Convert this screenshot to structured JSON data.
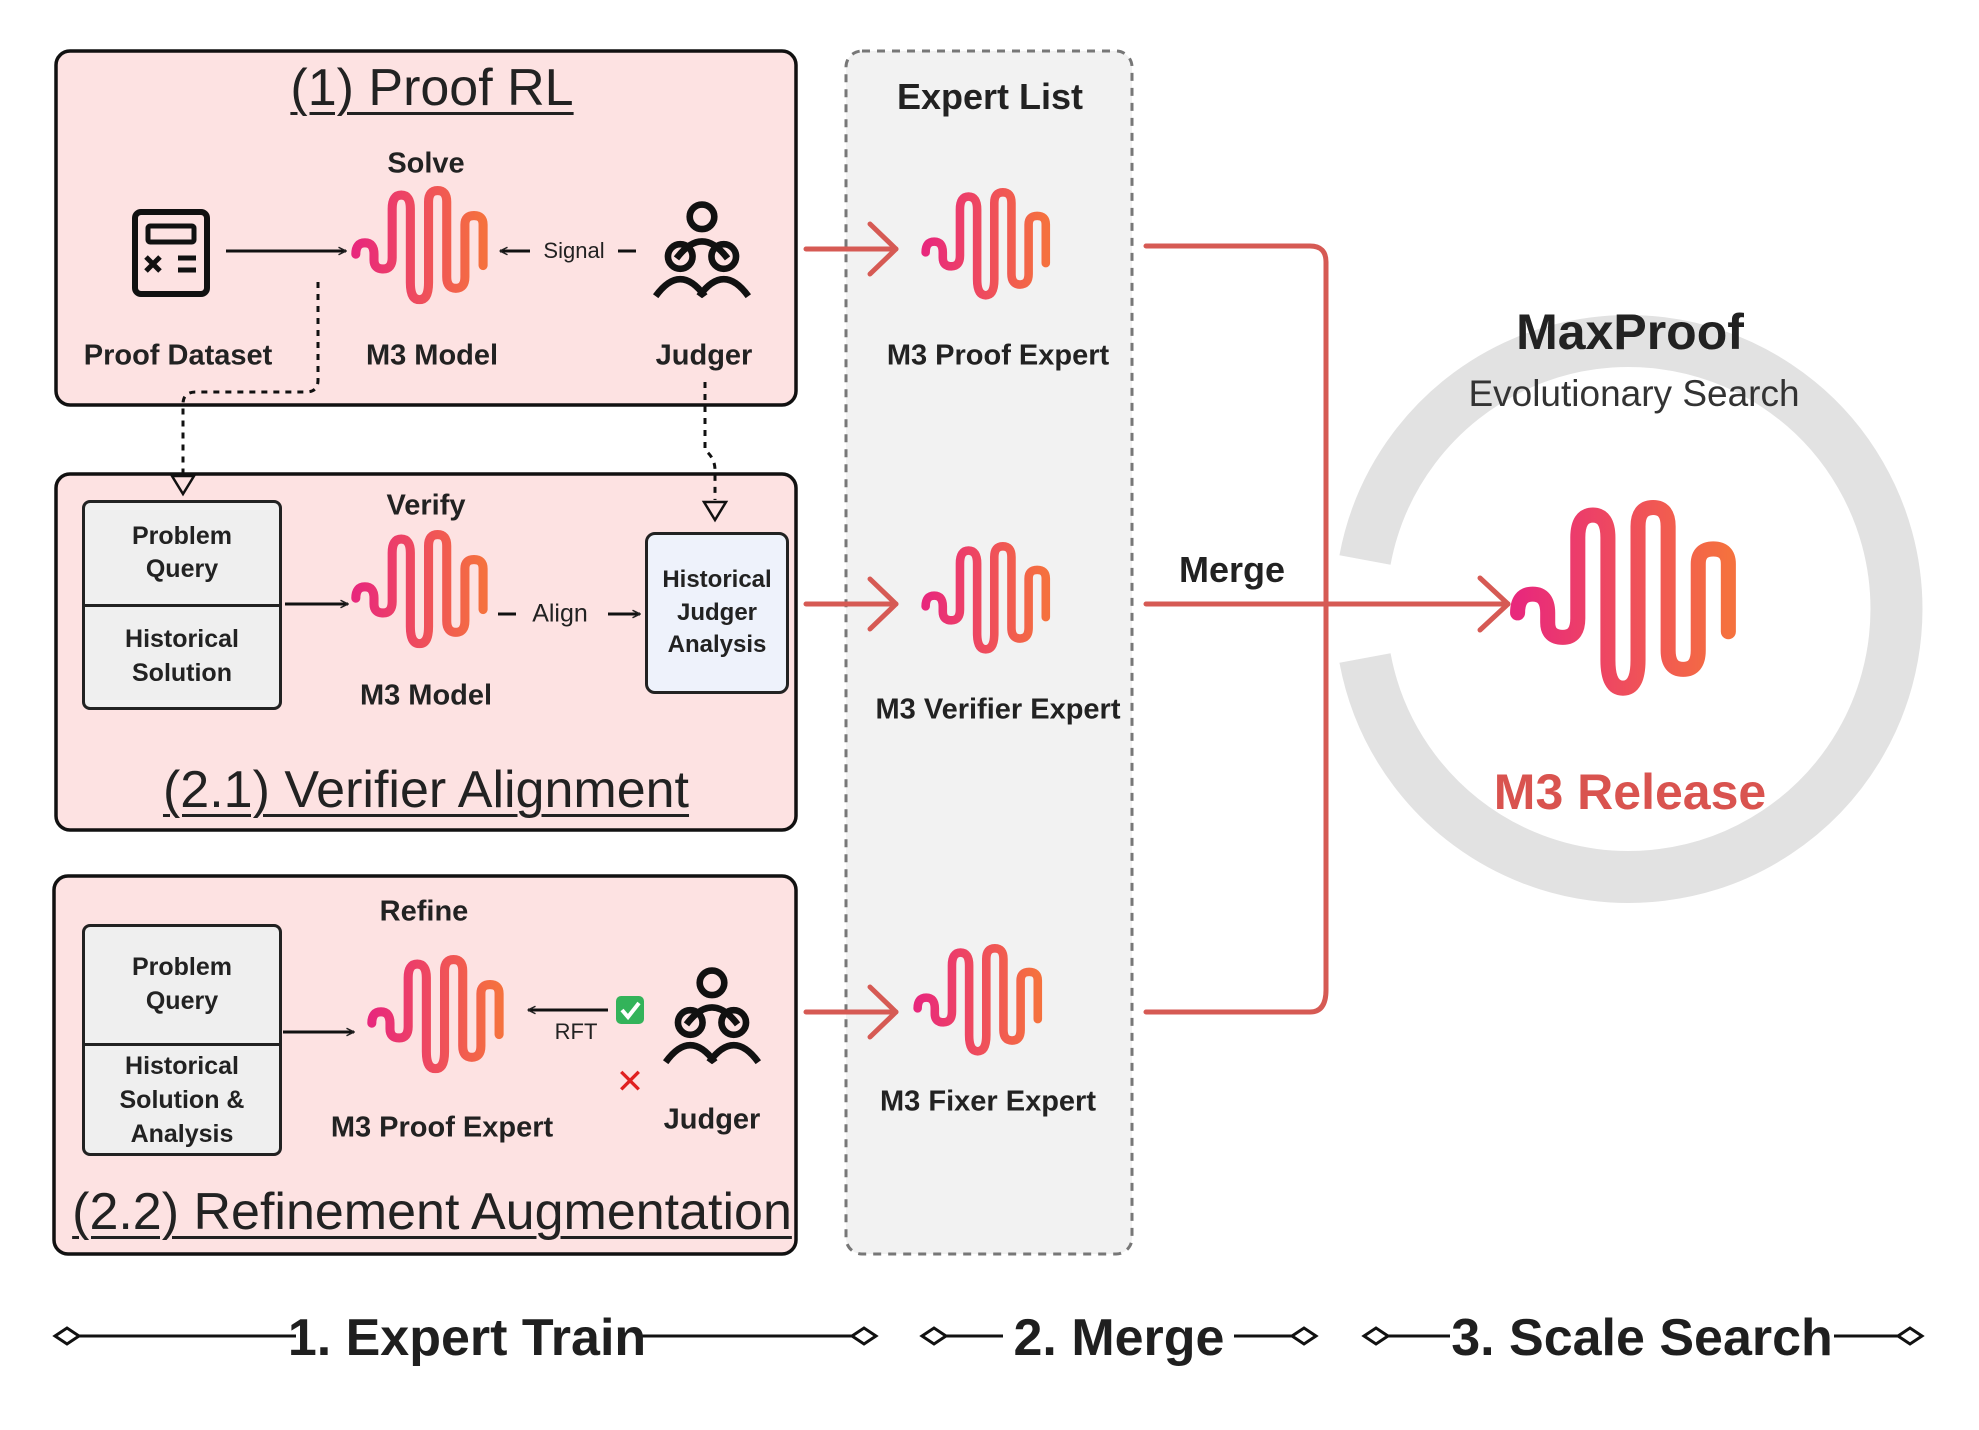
{
  "panels": {
    "proof_rl": {
      "title": "(1) Proof RL",
      "solve_label": "Solve",
      "dataset_label": "Proof Dataset",
      "model_label": "M3 Model",
      "judger_label": "Judger",
      "signal_label": "Signal"
    },
    "verifier_alignment": {
      "title": "(2.1) Verifier Alignment",
      "verify_label": "Verify",
      "query_label": "Problem\nQuery",
      "solution_label": "Historical\nSolution",
      "model_label": "M3 Model",
      "align_label": "Align",
      "analysis_label": "Historical\nJudger\nAnalysis"
    },
    "refinement_augmentation": {
      "title": "(2.2) Refinement Augmentation",
      "refine_label": "Refine",
      "query_label": "Problem\nQuery",
      "solution_label": "Historical\nSolution &\nAnalysis",
      "model_label": "M3 Proof Expert",
      "rft_label": "RFT",
      "judger_label": "Judger",
      "accept_mark": "✓",
      "reject_mark": "✕"
    }
  },
  "expert_list": {
    "title": "Expert List",
    "experts": [
      "M3 Proof Expert",
      "M3 Verifier Expert",
      "M3 Fixer Expert"
    ]
  },
  "merge_label": "Merge",
  "release": {
    "title": "MaxProof",
    "subtitle": "Evolutionary Search",
    "label": "M3 Release"
  },
  "phases": [
    "1. Expert Train",
    "2. Merge",
    "3. Scale Search"
  ],
  "colors": {
    "panel_fill": "#fde2e2",
    "expert_list_fill": "#f2f2f2",
    "arrow_red": "#d65a54",
    "release_text": "#d9534f",
    "logo_start": "#e8287c",
    "logo_end": "#f5713e",
    "ring": "#e2e2e2"
  },
  "icons": [
    "calculator-icon",
    "judger-icon",
    "m3-logo-icon",
    "check-icon",
    "cross-icon"
  ]
}
